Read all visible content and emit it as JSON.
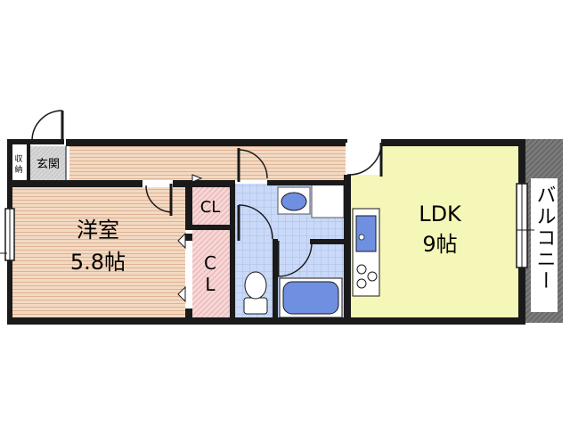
{
  "rooms": {
    "western_room": {
      "name": "洋室",
      "size": "5.8帖"
    },
    "ldk": {
      "name": "LDK",
      "size": "9帖"
    },
    "closet_small": {
      "label": "CL"
    },
    "closet_tall": {
      "label_top": "C",
      "label_bottom": "L"
    },
    "entrance": {
      "label": "玄関"
    },
    "storage": {
      "label_top": "収",
      "label_bottom": "納"
    },
    "balcony": {
      "label": "バルコニー"
    }
  },
  "colors": {
    "wall": "#1a1a1a",
    "wood_floor": "#f3d9c2",
    "wood_line": "#d9a98a",
    "ldk_floor": "#f5f7b8",
    "bath_tile": "#c9d9f7",
    "bath_tile_line": "#9fb6e6",
    "closet": "#f6d6d6",
    "balcony": "#7a7a7a",
    "fixture_blue": "#6f8fe0",
    "entrance_gray": "#d6d6d6"
  }
}
